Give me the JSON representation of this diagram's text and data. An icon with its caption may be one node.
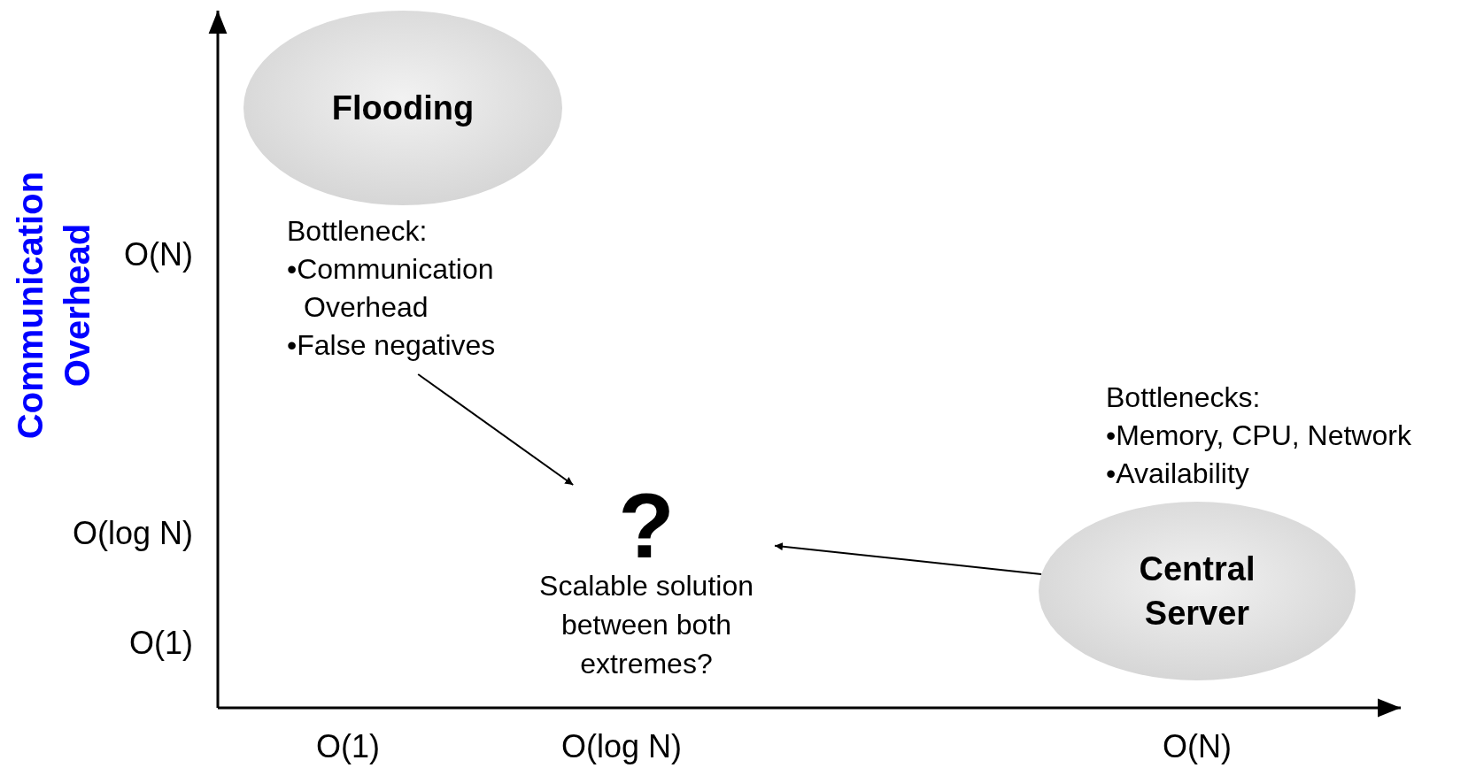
{
  "diagram": {
    "nodes": [
      {
        "text": [
          "Flooding"
        ]
      },
      {
        "text": [
          "Bottleneck:",
          "•Communication Overhead",
          "•False negatives"
        ]
      },
      {
        "text": [
          "?",
          "Scalable solution between both extremes?"
        ]
      },
      {
        "text": [
          "Central Server"
        ],
        "beside": [
          "Bottlenecks:",
          "•Memory, CPU, Network",
          "•Availability"
        ]
      }
    ],
    "edges": [
      {
        "from": 1,
        "to": 2,
        "arrow": "to"
      },
      {
        "from": 3,
        "to": 2,
        "arrow": "to"
      }
    ],
    "labels": [
      "Communication Overhead",
      "O(N)",
      "O(log N)",
      "O(1)",
      "O(1)",
      "O(log N)",
      "O(N)"
    ]
  }
}
